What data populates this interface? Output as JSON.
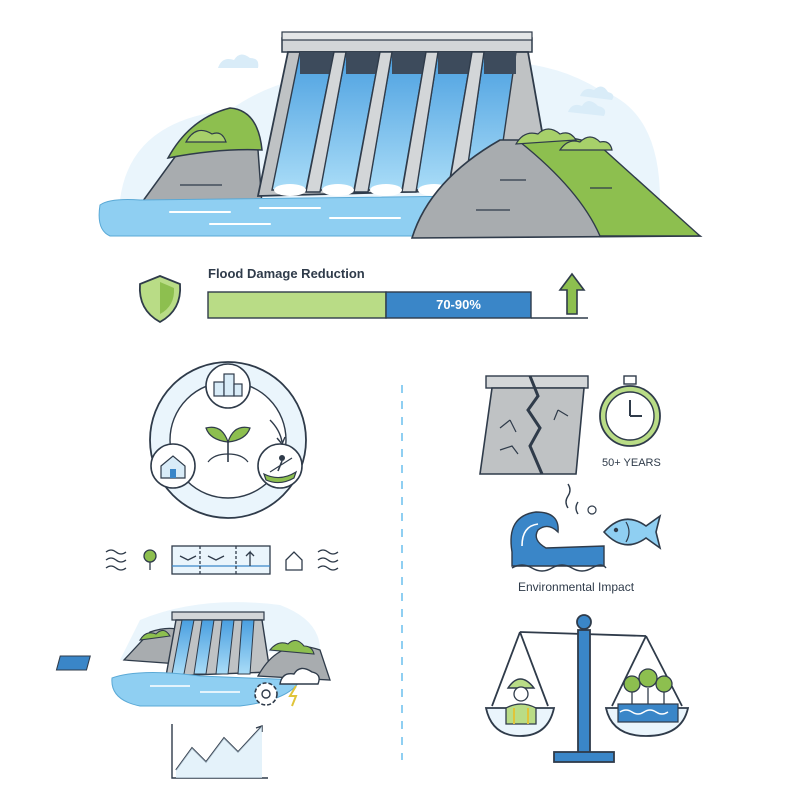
{
  "flood": {
    "title": "Flood Damage Reduction",
    "value_label": "70-90%",
    "bar_fill": 0.55
  },
  "lifespan": {
    "label": "50+ YEARS"
  },
  "environment": {
    "label": "Environmental Impact"
  },
  "colors": {
    "outline": "#2f3b4a",
    "water": "#8fcff2",
    "water_dark": "#3a86c8",
    "green": "#8dbf4f",
    "green_light": "#b9dc86",
    "concrete": "#bfc2c4",
    "concrete_dark": "#9da1a4",
    "bar_blue": "#3a86c8"
  },
  "icons": [
    "shield-icon",
    "arrow-up-icon",
    "house-icon",
    "leaf-icon",
    "kayak-icon",
    "buildings-icon",
    "cracked-dam-icon",
    "stopwatch-icon",
    "wave-icon",
    "fish-icon",
    "balance-scale-icon",
    "worker-icon",
    "trees-icon",
    "gear-icon",
    "storm-cloud-icon",
    "line-chart-icon",
    "solar-panel-icon"
  ]
}
